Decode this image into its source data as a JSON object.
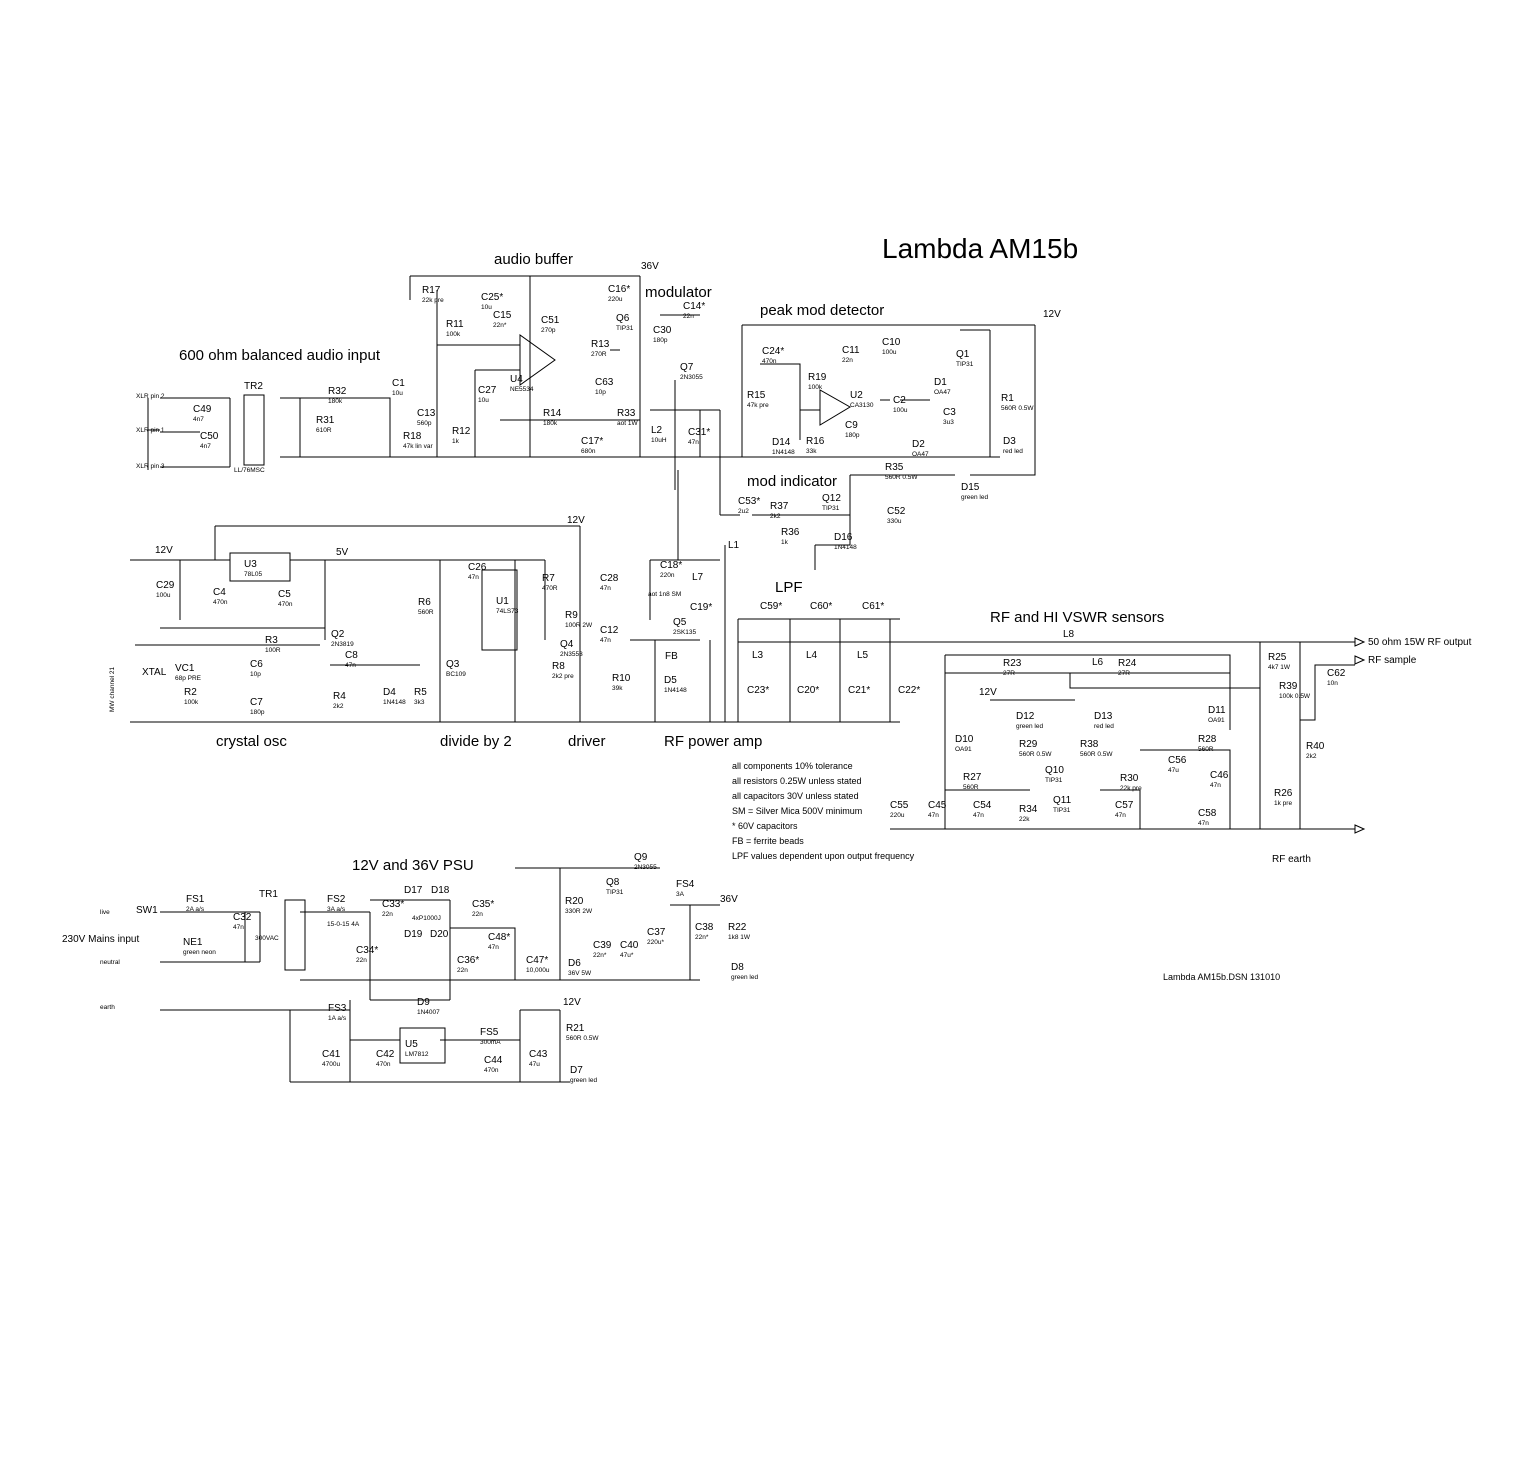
{
  "title": "Lambda AM15b",
  "footer": "Lambda AM15b.DSN 131010",
  "sections": {
    "audio_buffer": "audio buffer",
    "modulator": "modulator",
    "peak_mod_detector": "peak mod detector",
    "audio_input": "600 ohm balanced audio input",
    "mod_indicator": "mod indicator",
    "lpf": "LPF",
    "rf_sensors": "RF and HI VSWR sensors",
    "crystal_osc": "crystal osc",
    "divide": "divide by 2",
    "driver": "driver",
    "rf_amp": "RF power amp",
    "psu": "12V and 36V PSU"
  },
  "notes": [
    "all components 10% tolerance",
    "all resistors 0.25W unless stated",
    "all capacitors 30V unless stated",
    "SM = Silver Mica 500V minimum",
    "* 60V capacitors",
    "FB = ferrite beads",
    "LPF values dependent  upon output frequency"
  ],
  "nets": {
    "v36_top": "36V",
    "v12_peak": "12V",
    "v12_osc": "12V",
    "v5": "5V",
    "v12_div": "12V",
    "v12_sensor": "12V",
    "v36_psu": "36V",
    "v12_psu": "12V",
    "xlr2": "XLR pin 2",
    "xlr1": "XLR pin 1",
    "xlr3": "XLR pin 3",
    "rf_out": "50 ohm 15W RF output",
    "rf_sample": "RF sample",
    "rf_earth": "RF earth",
    "live": "live",
    "neutral": "neutral",
    "earth": "earth",
    "mains": "230V Mains input",
    "xtal": "XTAL",
    "mw": "MW channel 21",
    "fb": "FB",
    "pkg": "4xP1000J",
    "ac300": "300VAC",
    "tr2type": "LL/76MSC",
    "tr1sec": "15-0-15 4A"
  },
  "components": [
    {
      "ref": "R17",
      "value": "22k pre"
    },
    {
      "ref": "C25*",
      "value": "10u"
    },
    {
      "ref": "C15",
      "value": "22n*"
    },
    {
      "ref": "R11",
      "value": "100k"
    },
    {
      "ref": "C51",
      "value": "270p"
    },
    {
      "ref": "U4",
      "value": "NE5534"
    },
    {
      "ref": "R13",
      "value": "270R"
    },
    {
      "ref": "Q6",
      "value": "TIP31"
    },
    {
      "ref": "C16*",
      "value": "220u"
    },
    {
      "ref": "C14*",
      "value": "22n"
    },
    {
      "ref": "C30",
      "value": "180p"
    },
    {
      "ref": "Q7",
      "value": "2N3055"
    },
    {
      "ref": "C1",
      "value": "10u"
    },
    {
      "ref": "C13",
      "value": "560p"
    },
    {
      "ref": "C27",
      "value": "10u"
    },
    {
      "ref": "C63",
      "value": "10p"
    },
    {
      "ref": "R14",
      "value": "180k"
    },
    {
      "ref": "R33",
      "value": "aot 1W"
    },
    {
      "ref": "C17*",
      "value": "680n"
    },
    {
      "ref": "L2",
      "value": "10uH"
    },
    {
      "ref": "C31*",
      "value": "47n"
    },
    {
      "ref": "R12",
      "value": "1k"
    },
    {
      "ref": "R18",
      "value": "47k lin var"
    },
    {
      "ref": "TR2",
      "value": ""
    },
    {
      "ref": "R32",
      "value": "180k"
    },
    {
      "ref": "R31",
      "value": "610R"
    },
    {
      "ref": "C49",
      "value": "4n7"
    },
    {
      "ref": "C50",
      "value": "4n7"
    },
    {
      "ref": "C24*",
      "value": "470n"
    },
    {
      "ref": "R19",
      "value": "100k"
    },
    {
      "ref": "R15",
      "value": "47k pre"
    },
    {
      "ref": "U2",
      "value": "CA3130"
    },
    {
      "ref": "C11",
      "value": "22n"
    },
    {
      "ref": "C10",
      "value": "100u"
    },
    {
      "ref": "C2",
      "value": "100u"
    },
    {
      "ref": "C9",
      "value": "180p"
    },
    {
      "ref": "D14",
      "value": "1N4148"
    },
    {
      "ref": "R16",
      "value": "33k"
    },
    {
      "ref": "D1",
      "value": "OA47"
    },
    {
      "ref": "C3",
      "value": "3u3"
    },
    {
      "ref": "D2",
      "value": "OA47"
    },
    {
      "ref": "Q1",
      "value": "TIP31"
    },
    {
      "ref": "R1",
      "value": "560R 0.5W"
    },
    {
      "ref": "D3",
      "value": "red led"
    },
    {
      "ref": "R35",
      "value": "560R 0.5W"
    },
    {
      "ref": "D15",
      "value": "green led"
    },
    {
      "ref": "C53*",
      "value": "2u2"
    },
    {
      "ref": "R37",
      "value": "2k2"
    },
    {
      "ref": "Q12",
      "value": "TIP31"
    },
    {
      "ref": "C52",
      "value": "330u"
    },
    {
      "ref": "R36",
      "value": "1k"
    },
    {
      "ref": "D16",
      "value": "1N4148"
    },
    {
      "ref": "U3",
      "value": "78L05"
    },
    {
      "ref": "C29",
      "value": "100u"
    },
    {
      "ref": "C4",
      "value": "470n"
    },
    {
      "ref": "C5",
      "value": "470n"
    },
    {
      "ref": "R6",
      "value": "560R"
    },
    {
      "ref": "C26",
      "value": "47n"
    },
    {
      "ref": "U1",
      "value": "74LS73"
    },
    {
      "ref": "R7",
      "value": "470R"
    },
    {
      "ref": "C28",
      "value": "47n"
    },
    {
      "ref": "R9",
      "value": "100R 2W"
    },
    {
      "ref": "C12",
      "value": "47n"
    },
    {
      "ref": "Q4",
      "value": "2N3553"
    },
    {
      "ref": "R8",
      "value": "2k2 pre"
    },
    {
      "ref": "R10",
      "value": "39k"
    },
    {
      "ref": "D5",
      "value": "1N4148"
    },
    {
      "ref": "C18*",
      "value": "220n"
    },
    {
      "ref": "L7",
      "value": ""
    },
    {
      "ref": "C19*",
      "value": "aot 1n8 SM"
    },
    {
      "ref": "Q5",
      "value": "2SK135"
    },
    {
      "ref": "L1",
      "value": ""
    },
    {
      "ref": "R3",
      "value": "100R"
    },
    {
      "ref": "Q2",
      "value": "2N3819"
    },
    {
      "ref": "VC1",
      "value": "68p PRE"
    },
    {
      "ref": "C6",
      "value": "10p"
    },
    {
      "ref": "C8",
      "value": "47n"
    },
    {
      "ref": "Q3",
      "value": "BC109"
    },
    {
      "ref": "R2",
      "value": "100k"
    },
    {
      "ref": "C7",
      "value": "180p"
    },
    {
      "ref": "R4",
      "value": "2k2"
    },
    {
      "ref": "D4",
      "value": "1N4148"
    },
    {
      "ref": "R5",
      "value": "3k3"
    },
    {
      "ref": "C59*",
      "value": ""
    },
    {
      "ref": "C60*",
      "value": ""
    },
    {
      "ref": "C61*",
      "value": ""
    },
    {
      "ref": "L3",
      "value": ""
    },
    {
      "ref": "L4",
      "value": ""
    },
    {
      "ref": "L5",
      "value": ""
    },
    {
      "ref": "C23*",
      "value": ""
    },
    {
      "ref": "C20*",
      "value": ""
    },
    {
      "ref": "C21*",
      "value": ""
    },
    {
      "ref": "C22*",
      "value": ""
    },
    {
      "ref": "L8",
      "value": ""
    },
    {
      "ref": "L6",
      "value": ""
    },
    {
      "ref": "R23",
      "value": "27R"
    },
    {
      "ref": "R24",
      "value": "27R"
    },
    {
      "ref": "R25",
      "value": "4k7 1W"
    },
    {
      "ref": "R39",
      "value": "100k 0.5W"
    },
    {
      "ref": "C62",
      "value": "10n"
    },
    {
      "ref": "R40",
      "value": "2k2"
    },
    {
      "ref": "R26",
      "value": "1k pre"
    },
    {
      "ref": "D10",
      "value": "OA91"
    },
    {
      "ref": "D11",
      "value": "OA91"
    },
    {
      "ref": "D12",
      "value": "green led"
    },
    {
      "ref": "D13",
      "value": "red led"
    },
    {
      "ref": "R29",
      "value": "560R 0.5W"
    },
    {
      "ref": "R38",
      "value": "560R 0.5W"
    },
    {
      "ref": "Q10",
      "value": "TIP31"
    },
    {
      "ref": "Q11",
      "value": "TIP31"
    },
    {
      "ref": "R30",
      "value": "22k pre"
    },
    {
      "ref": "C56",
      "value": "47u"
    },
    {
      "ref": "R28",
      "value": "560R"
    },
    {
      "ref": "C46",
      "value": "47n"
    },
    {
      "ref": "R27",
      "value": "560R"
    },
    {
      "ref": "C45",
      "value": "47n"
    },
    {
      "ref": "C54",
      "value": "47n"
    },
    {
      "ref": "R34",
      "value": "22k"
    },
    {
      "ref": "C57",
      "value": "47n"
    },
    {
      "ref": "C58",
      "value": "47n"
    },
    {
      "ref": "C55",
      "value": "220u"
    },
    {
      "ref": "SW1",
      "value": ""
    },
    {
      "ref": "FS1",
      "value": "2A a/s"
    },
    {
      "ref": "C32",
      "value": "47n"
    },
    {
      "ref": "NE1",
      "value": "green neon"
    },
    {
      "ref": "TR1",
      "value": ""
    },
    {
      "ref": "FS2",
      "value": "3A a/s"
    },
    {
      "ref": "C33*",
      "value": "22n"
    },
    {
      "ref": "D17",
      "value": ""
    },
    {
      "ref": "D18",
      "value": ""
    },
    {
      "ref": "C35*",
      "value": "22n"
    },
    {
      "ref": "D19",
      "value": ""
    },
    {
      "ref": "D20",
      "value": ""
    },
    {
      "ref": "C34*",
      "value": "22n"
    },
    {
      "ref": "C36*",
      "value": "22n"
    },
    {
      "ref": "C48*",
      "value": "47n"
    },
    {
      "ref": "C47*",
      "value": "10,000u"
    },
    {
      "ref": "R20",
      "value": "330R 2W"
    },
    {
      "ref": "D6",
      "value": "36V 5W"
    },
    {
      "ref": "C39",
      "value": "22n*"
    },
    {
      "ref": "C40",
      "value": "47u*"
    },
    {
      "ref": "Q8",
      "value": "TIP31"
    },
    {
      "ref": "Q9",
      "value": "2N3055"
    },
    {
      "ref": "FS4",
      "value": "3A"
    },
    {
      "ref": "C37",
      "value": "220u*"
    },
    {
      "ref": "C38",
      "value": "22n*"
    },
    {
      "ref": "R22",
      "value": "1k8 1W"
    },
    {
      "ref": "D8",
      "value": "green led"
    },
    {
      "ref": "FS3",
      "value": "1A a/s"
    },
    {
      "ref": "D9",
      "value": "1N4007"
    },
    {
      "ref": "U5",
      "value": "LM7812"
    },
    {
      "ref": "FS5",
      "value": "300mA"
    },
    {
      "ref": "C41",
      "value": "4700u"
    },
    {
      "ref": "C42",
      "value": "470n"
    },
    {
      "ref": "C44",
      "value": "470n"
    },
    {
      "ref": "C43",
      "value": "47u"
    },
    {
      "ref": "R21",
      "value": "560R 0.5W"
    },
    {
      "ref": "D7",
      "value": "green led"
    }
  ]
}
